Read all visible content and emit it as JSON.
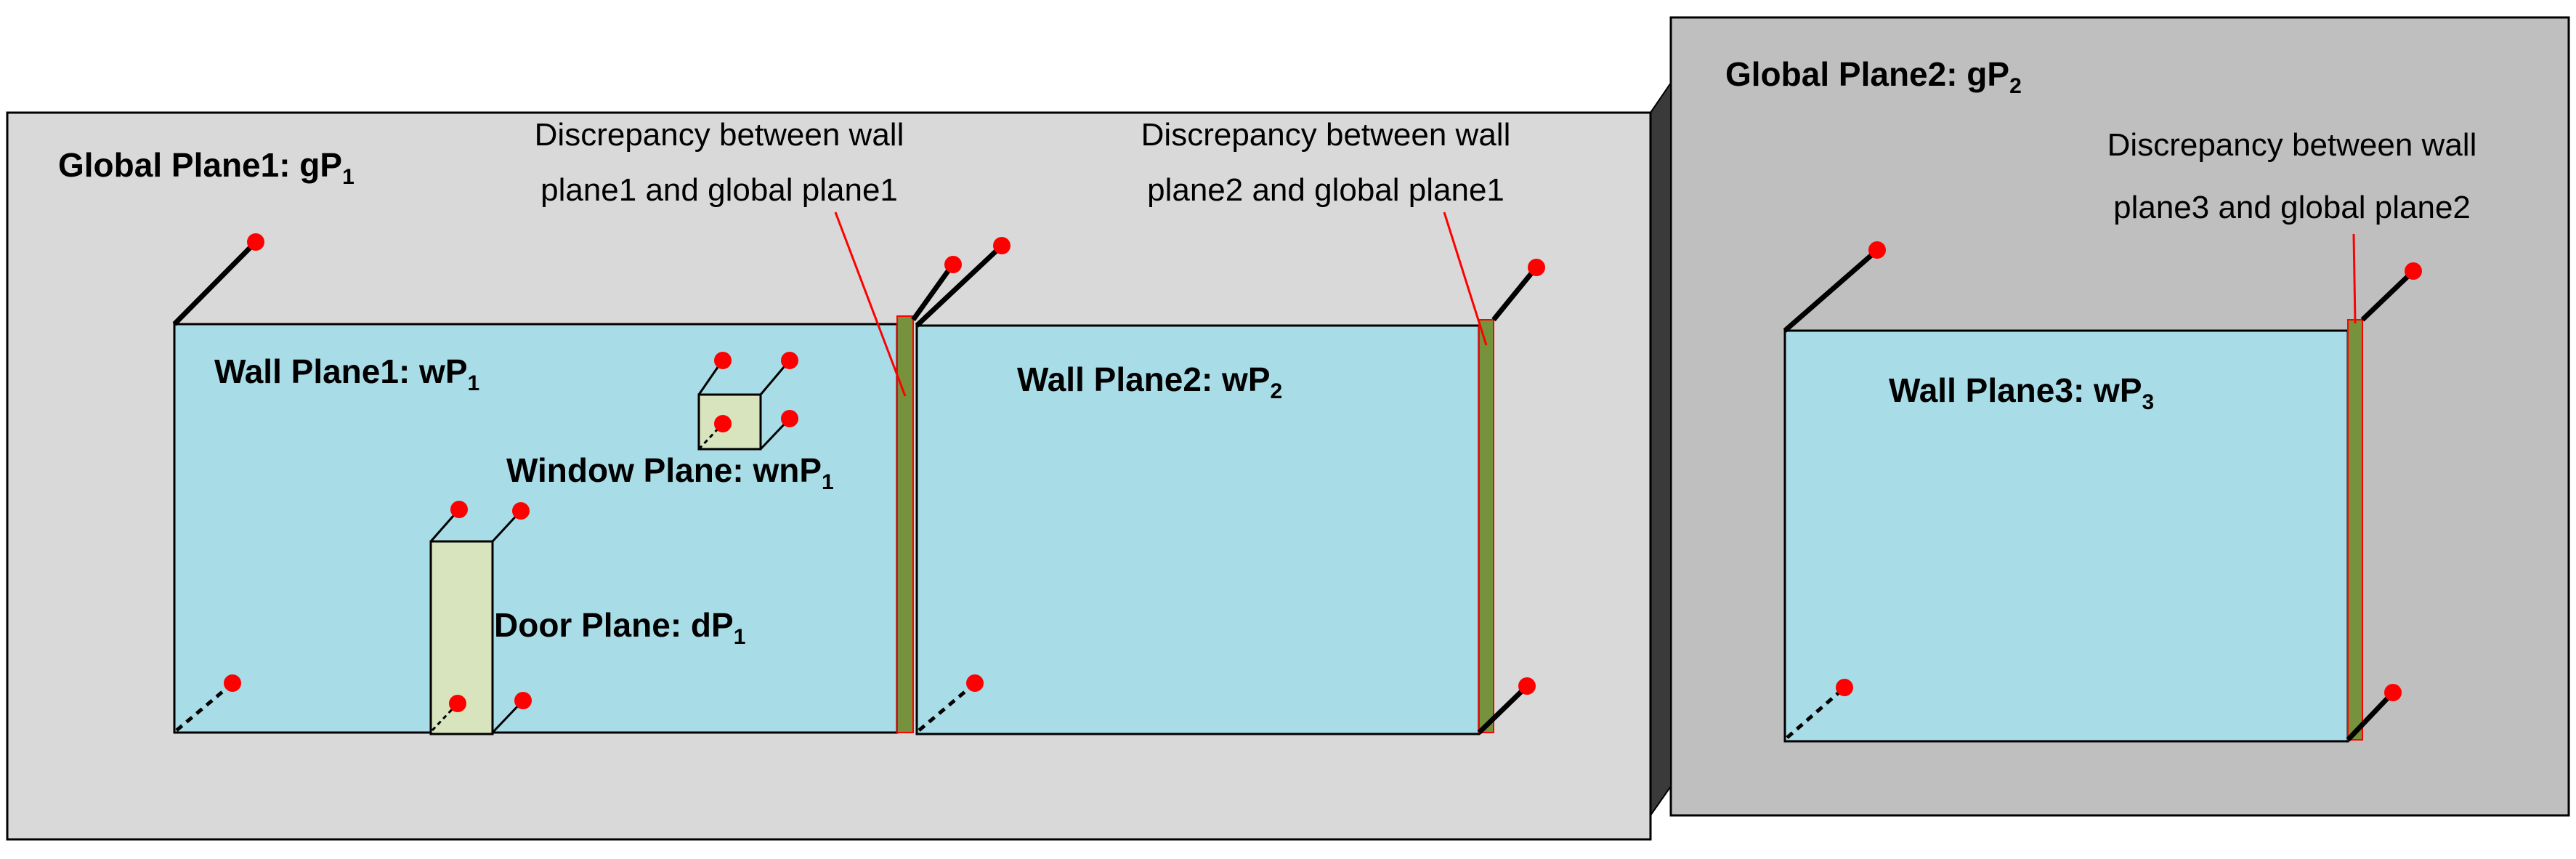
{
  "global_planes": [
    {
      "prefix": "Global Plane1: gP",
      "sub": "1"
    },
    {
      "prefix": "Global Plane2: gP",
      "sub": "2"
    }
  ],
  "wall_planes": [
    {
      "prefix": "Wall Plane1: wP",
      "sub": "1"
    },
    {
      "prefix": "Wall Plane2: wP",
      "sub": "2"
    },
    {
      "prefix": "Wall Plane3: wP",
      "sub": "3"
    }
  ],
  "window_plane": {
    "prefix": "Window Plane: wnP",
    "sub": "1"
  },
  "door_plane": {
    "prefix": "Door Plane: dP",
    "sub": "1"
  },
  "discrepancies": [
    {
      "line1": "Discrepancy between wall",
      "line2": "plane1 and global plane1"
    },
    {
      "line1": "Discrepancy between wall",
      "line2": "plane2 and global plane1"
    },
    {
      "line1": "Discrepancy between wall",
      "line2": "plane3 and global plane2"
    }
  ],
  "colors": {
    "global_plane1": "#d9d9d9",
    "global_plane2": "#bfbfbf",
    "global_plane2_side": "#3a3a3a",
    "wall": "#a8dde8",
    "opening": "#d7e4bd",
    "discrepancy_strip": "#76923c",
    "annotation_line": "#ff0000",
    "point": "#ff0000"
  }
}
